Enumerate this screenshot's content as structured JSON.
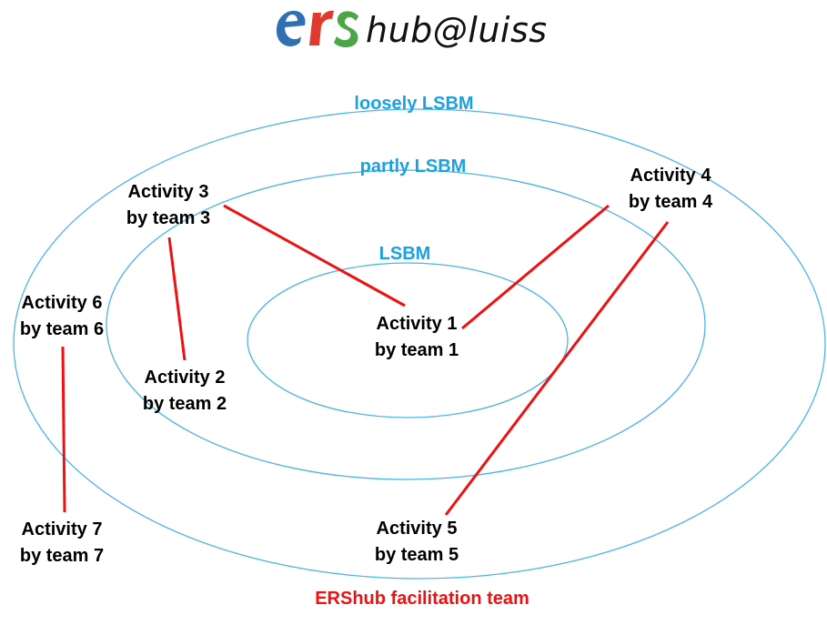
{
  "logo": {
    "text": "hub@luiss",
    "colors": {
      "e": "#2f6fb2",
      "r": "#e03a2e",
      "s": "#4aa646"
    }
  },
  "colors": {
    "ring": "#4ab5e6",
    "ring_label": "#1ba1e2",
    "connector": "#ee1111",
    "footer": "#ee1111",
    "text": "#000000"
  },
  "rings": [
    {
      "id": "outer",
      "label": "loosely LSBM"
    },
    {
      "id": "middle",
      "label": "partly LSBM"
    },
    {
      "id": "inner",
      "label": "LSBM"
    }
  ],
  "activities": [
    {
      "id": "a1",
      "line1": "Activity 1",
      "line2": "by team 1"
    },
    {
      "id": "a2",
      "line1": "Activity 2",
      "line2": "by team 2"
    },
    {
      "id": "a3",
      "line1": "Activity 3",
      "line2": "by team 3"
    },
    {
      "id": "a4",
      "line1": "Activity 4",
      "line2": "by team 4"
    },
    {
      "id": "a5",
      "line1": "Activity 5",
      "line2": "by team 5"
    },
    {
      "id": "a6",
      "line1": "Activity 6",
      "line2": "by team 6"
    },
    {
      "id": "a7",
      "line1": "Activity 7",
      "line2": "by team 7"
    }
  ],
  "connections": [
    {
      "from": "a3",
      "to": "a1"
    },
    {
      "from": "a4",
      "to": "a1"
    },
    {
      "from": "a3",
      "to": "a2"
    },
    {
      "from": "a4",
      "to": "a5"
    },
    {
      "from": "a6",
      "to": "a7"
    }
  ],
  "footer": {
    "label": "ERShub facilitation team"
  }
}
